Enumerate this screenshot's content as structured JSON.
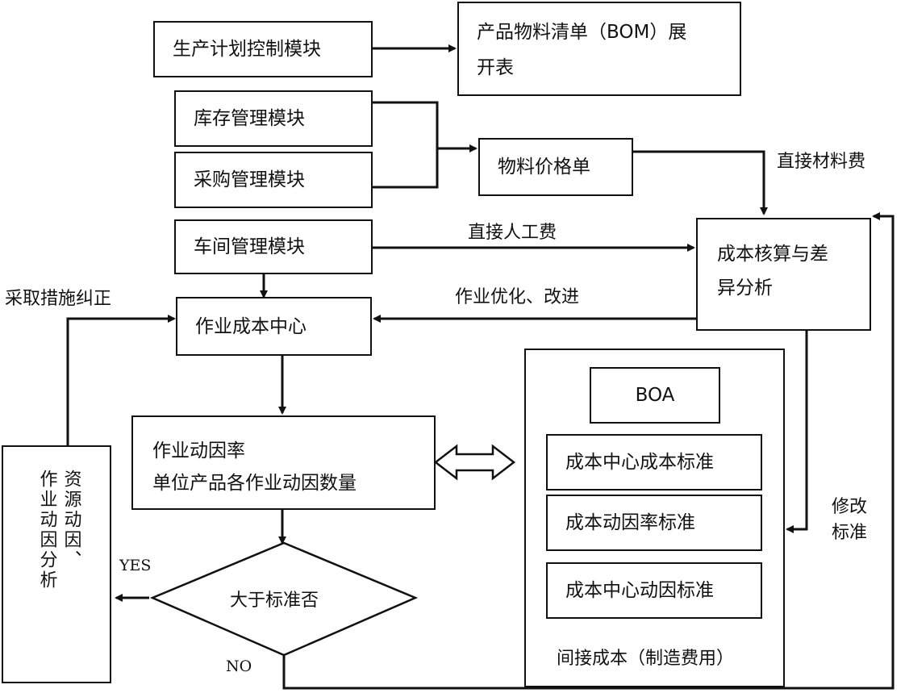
{
  "boxes": {
    "production_plan": "生产计划控制模块",
    "bom_line1": "产品物料清单（BOM）展",
    "bom_line2": "开表",
    "inventory": "库存管理模块",
    "purchase": "采购管理模块",
    "material_price": "物料价格单",
    "workshop": "车间管理模块",
    "cost_accounting_line1": "成本核算与差",
    "cost_accounting_line2": "异分析",
    "activity_center": "作业成本中心",
    "driver_rate_line1": "作业动因率",
    "driver_rate_line2": "单位产品各作业动因数量",
    "decision": "大于标准否",
    "boa": "BOA",
    "std_center_cost": "成本中心成本标准",
    "std_driver_rate": "成本动因率标准",
    "std_center_driver": "成本中心动因标准",
    "indirect_cost": "间接成本（制造费用）",
    "analysis_col1": "资源动因、",
    "analysis_col2": "作业动因分析"
  },
  "labels": {
    "direct_material": "直接材料费",
    "direct_labor": "直接人工费",
    "optimize": "作业优化、改进",
    "corrective": "采取措施纠正",
    "modify_1": "修改",
    "modify_2": "标准",
    "yes": "YES",
    "no": "NO"
  }
}
